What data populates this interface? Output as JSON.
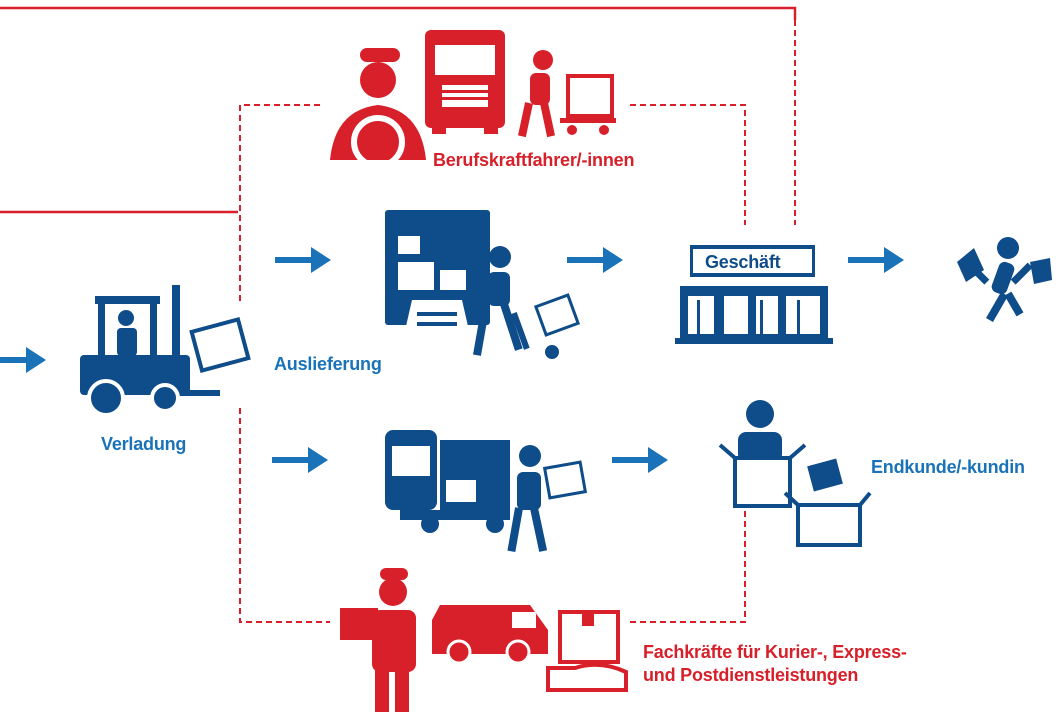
{
  "colors": {
    "blue": "#1a73b8",
    "dark_blue": "#0f4c8a",
    "red": "#d7202a"
  },
  "labels": {
    "verladung": "Verladung",
    "auslieferung": "Auslieferung",
    "geschaeft": "Geschäft",
    "endkunde": "Endkunde/-kundin",
    "berufskraftfahrer": "Berufskraftfahrer/-innen",
    "kep_line1": "Fachkräfte für Kurier-, Express-",
    "kep_line2": "und Postdienstleistungen"
  },
  "icons": [
    "forklift-icon",
    "delivery-truck-unloading-icon",
    "worker-with-hand-truck-icon",
    "shop-icon",
    "happy-customer-icon",
    "open-van-icon",
    "courier-with-parcel-icon",
    "customer-with-boxes-icon",
    "truck-driver-icon",
    "red-truck-icon",
    "red-worker-with-cart-icon",
    "red-courier-icon",
    "red-van-icon",
    "parcel-in-hand-icon"
  ]
}
